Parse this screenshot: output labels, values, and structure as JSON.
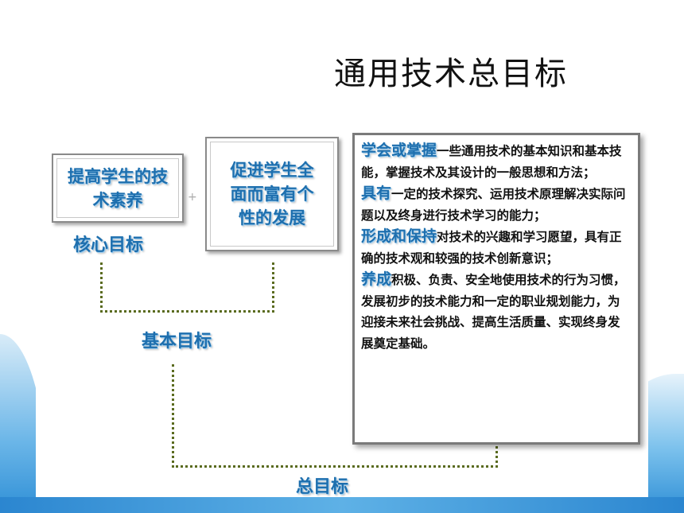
{
  "title": "通用技术总目标",
  "box_core": "提高学生的技术素养",
  "box_develop": "促进学生全面而富有个性的发展",
  "label_core": "核心目标",
  "label_basic": "基本目标",
  "label_total": "总目标",
  "goals": [
    {
      "keyword": "学会或掌握",
      "text": "一些通用技术的基本知识和基本技能，掌握技术及其设计的一般思想和方法；"
    },
    {
      "keyword": "具有",
      "text": "一定的技术探究、运用技术原理解决实际问题以及终身进行技术学习的能力；"
    },
    {
      "keyword": "形成和保持",
      "text": "对技术的兴趣和学习愿望，具有正确的技术观和较强的技术创新意识；"
    },
    {
      "keyword": "养成",
      "text": "积极、负责、安全地使用技术的行为习惯，发展初步的技术能力和一定的职业规划能力，为迎接未来社会挑战、提高生活质量、实现终身发展奠定基础。"
    }
  ]
}
